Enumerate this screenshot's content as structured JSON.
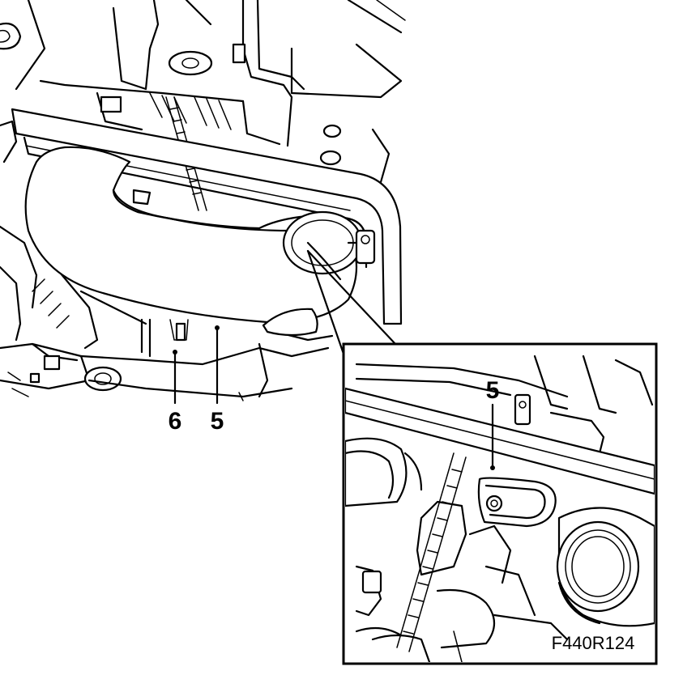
{
  "diagram": {
    "callouts": {
      "main_left": "6",
      "main_right": "5",
      "inset": "5"
    },
    "figure_code": "F440R124",
    "icons": [
      "engine-compartment-illustration",
      "intake-hose",
      "hose-clamp",
      "detail-inset"
    ]
  }
}
